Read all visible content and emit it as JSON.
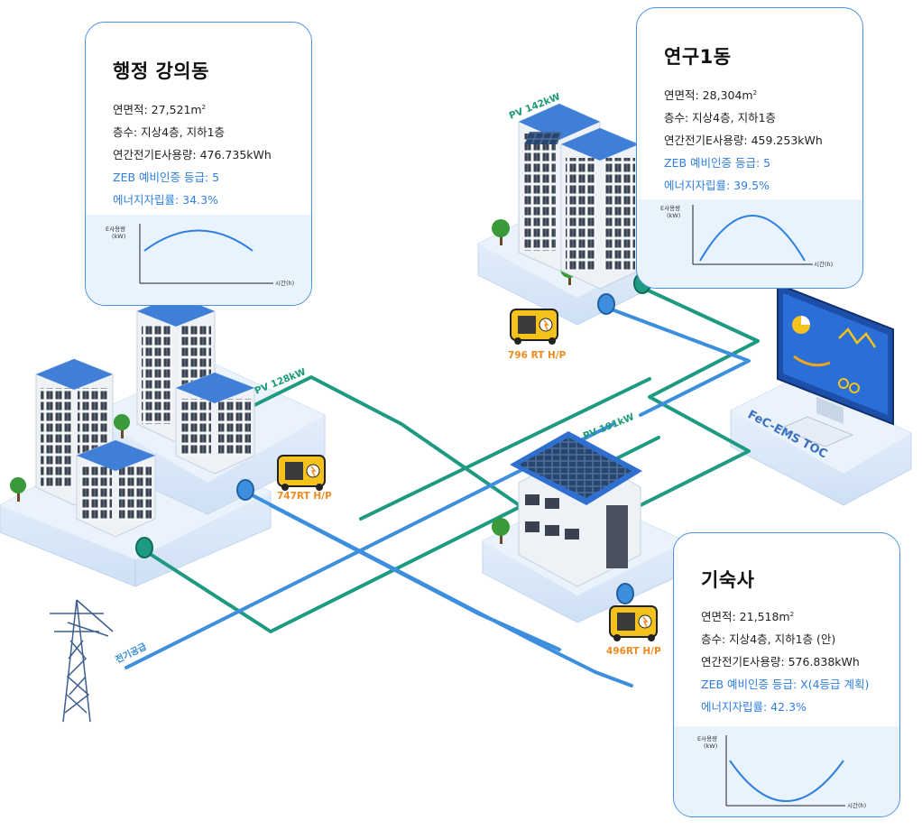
{
  "buildings": {
    "admin": {
      "title": "행정 강의동",
      "area": "연면적: 27,521m",
      "area_unit_sup": "2",
      "floors": "층수: 지상4층, 지하1층",
      "usage": "연간전기E사용량: 476.735kWh",
      "zeb": "ZEB 예비인증 등급: 5",
      "self_ratio": "에너지자립률: 34.3%",
      "graph_ylabel_1": "E사용량",
      "graph_ylabel_2": "(kW)",
      "graph_xlabel": "시간(h)",
      "pv_label": "PV 128kW",
      "hp_label": "747RT H/P"
    },
    "research": {
      "title": "연구1동",
      "area": "연면적: 28,304m",
      "area_unit_sup": "2",
      "floors": "층수: 지상4층, 지하1층",
      "usage": "연간전기E사용량: 459.253kWh",
      "zeb": "ZEB 예비인증 등급: 5",
      "self_ratio": "에너지자립률: 39.5%",
      "graph_ylabel_1": "E사용량",
      "graph_ylabel_2": "(kW)",
      "graph_xlabel": "시간(h)",
      "pv_label": "PV 142kW",
      "hp_label": "796 RT H/P"
    },
    "dorm": {
      "title": "기숙사",
      "area": "연면적: 21,518m",
      "area_unit_sup": "2",
      "floors": "층수: 지상4층, 지하1층 (안)",
      "usage": "연간전기E사용량: 576.838kWh",
      "zeb": "ZEB 예비인증 등급: X(4등급 계획)",
      "self_ratio": "에너지자립률: 42.3%",
      "graph_ylabel_1": "E사용량",
      "graph_ylabel_2": "(kW)",
      "graph_xlabel": "시간(h)",
      "pv_label": "PV 191kW",
      "hp_label": "496RT H/P"
    }
  },
  "toc_label": "FeC-EMS TOC",
  "grid_label": "전기공급",
  "colors": {
    "card_border": "#4a90e2",
    "blue_text": "#2f7fe0",
    "green_line": "#1f9a82",
    "blue_line": "#3d8fde",
    "pv_text": "#1b9a78",
    "hp_text": "#f08a1e",
    "platform": "#dbe9f8",
    "roof_blue": "#3f7fd8"
  }
}
